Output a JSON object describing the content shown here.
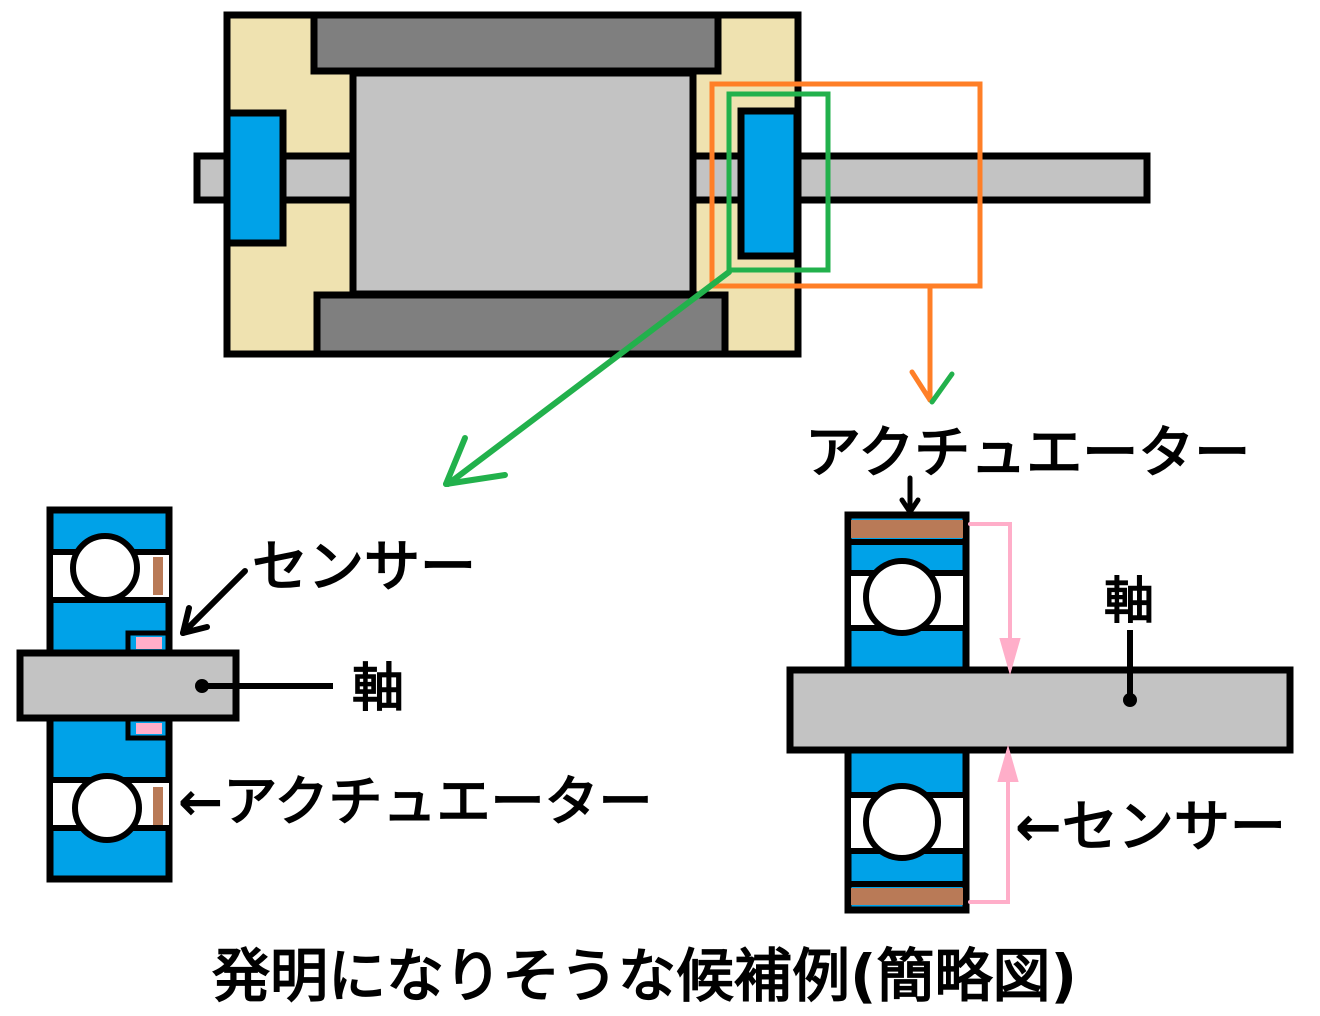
{
  "title": "発明になりそうな候補例(簡略図)",
  "colors": {
    "outline": "#000000",
    "housing": "#efe2b0",
    "magnet": "#7f7f7f",
    "rotor": "#c3c3c3",
    "shaft": "#c3c3c3",
    "bearing": "#00a2e8",
    "actuator": "#b97a57",
    "sensor": "#ffaec9",
    "zoom_green": "#22b14c",
    "zoom_orange": "#ff7f27"
  },
  "top_diagram": {
    "name": "motor-cross-section",
    "zoom_boxes": [
      {
        "name": "green-detail-box",
        "color_key": "zoom_green",
        "leads_to": "left_detail"
      },
      {
        "name": "orange-detail-box",
        "color_key": "zoom_orange",
        "leads_to": "right_detail"
      }
    ]
  },
  "left_detail": {
    "labels": {
      "sensor": "センサー",
      "shaft": "軸",
      "actuator": "←アクチュエーター"
    }
  },
  "right_detail": {
    "labels": {
      "actuator": "アクチュエーター",
      "shaft": "軸",
      "sensor": "←センサー"
    }
  }
}
